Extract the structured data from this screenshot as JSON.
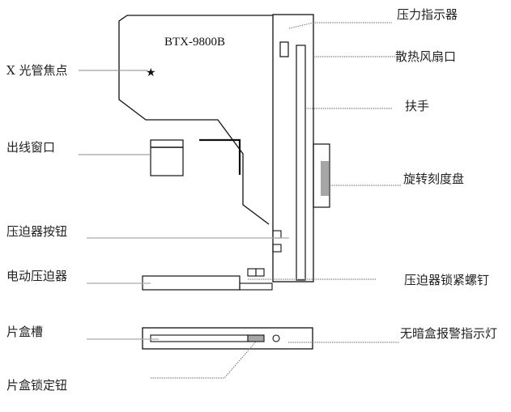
{
  "diagram": {
    "model_name": "BTX-9800B",
    "labels_left": {
      "xray_focus": "X 光管焦点",
      "exit_window": "出线窗口",
      "compressor_button": "压迫器按钮",
      "electric_compressor": "电动压迫器",
      "cassette_slot": "片盒槽",
      "cassette_lock_button": "片盒锁定钮"
    },
    "labels_right": {
      "pressure_indicator": "压力指示器",
      "cooling_fan_vent": "散热风扇口",
      "handle": "扶手",
      "rotation_dial": "旋转刻度盘",
      "compressor_lock_screw": "压迫器锁紧螺钉",
      "no_cassette_alarm_light": "无暗盒报警指示灯"
    },
    "colors": {
      "outline": "#111111",
      "leader": "#888888",
      "dial_fill": "#a6a6a6"
    }
  }
}
